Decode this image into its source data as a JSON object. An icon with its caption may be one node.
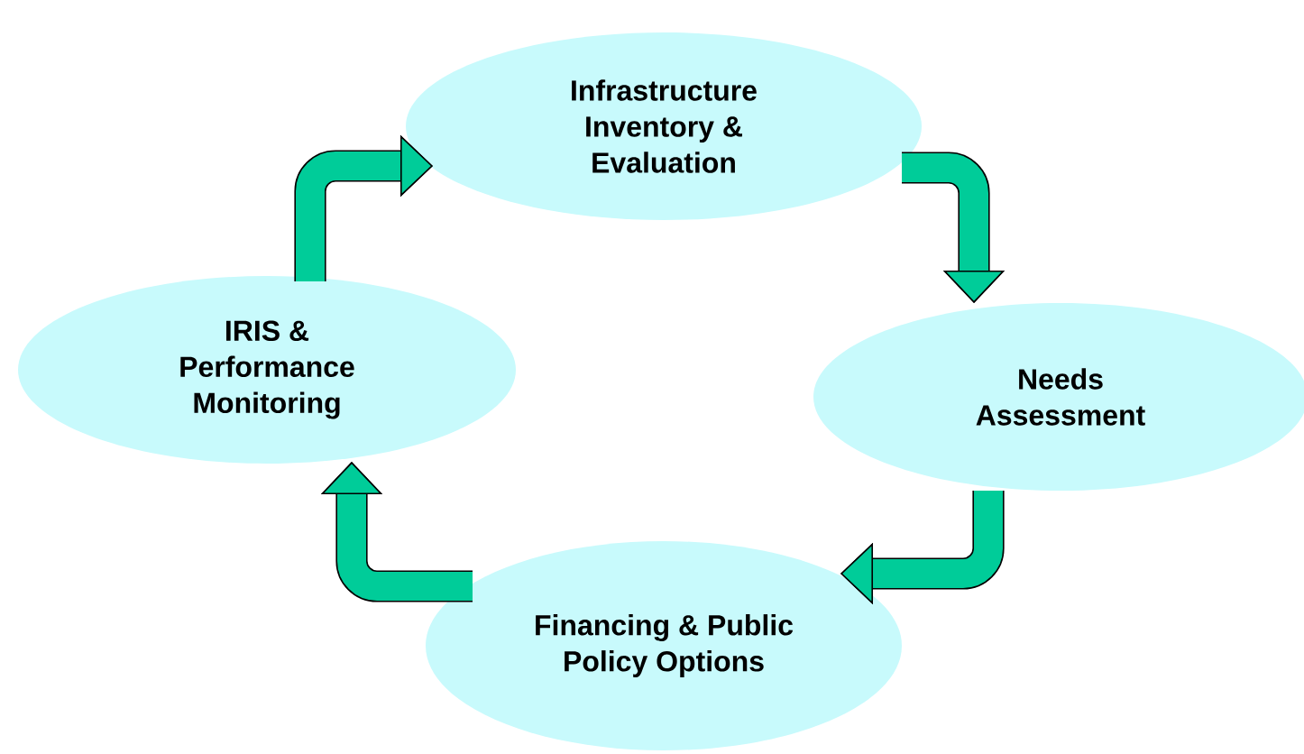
{
  "diagram": {
    "nodes": [
      {
        "text": [
          "Infrastructure Inventory & Evaluation"
        ]
      },
      {
        "text": [
          "Needs Assessment"
        ]
      },
      {
        "text": [
          "Financing & Public Policy Options"
        ]
      },
      {
        "text": [
          "IRIS & Performance Monitoring"
        ]
      }
    ],
    "edges": [
      {
        "from": 0,
        "to": 1,
        "arrow": "to"
      },
      {
        "from": 1,
        "to": 2,
        "arrow": "to"
      },
      {
        "from": 2,
        "to": 3,
        "arrow": "to"
      },
      {
        "from": 3,
        "to": 0,
        "arrow": "to"
      }
    ]
  }
}
